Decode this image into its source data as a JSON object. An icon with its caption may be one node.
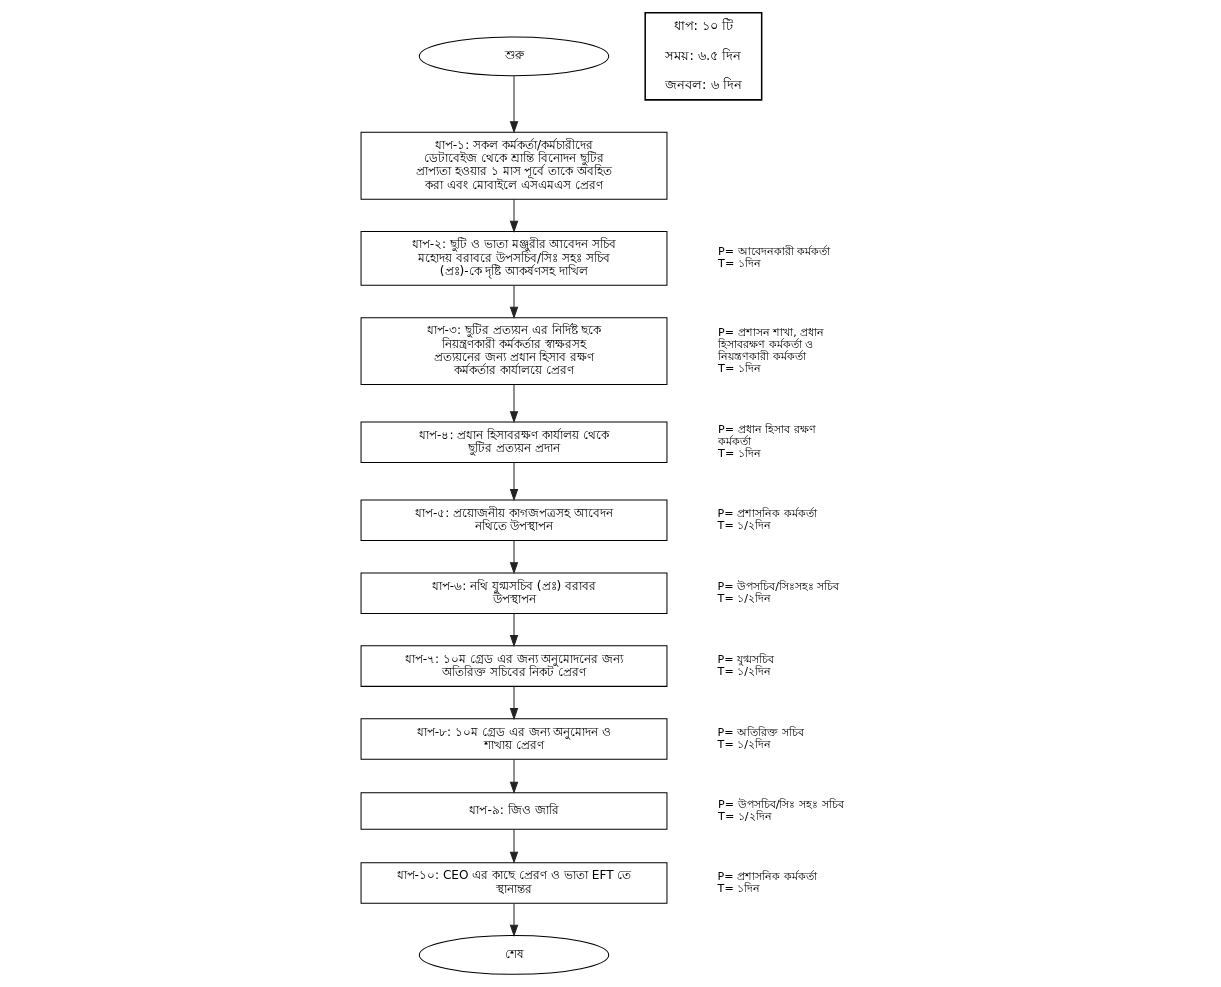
{
  "diagram": {
    "nodes": [
      {
        "text": [
          "শুরু"
        ]
      },
      {
        "text": [
          "ধাপ-১: সকল কর্মকর্তা/কর্মচারীদের ডেটাবেইজ থেকে শ্রান্তি বিনোদন ছুটির প্রাপ্যতা হওয়ার ১ মাস পূর্বে তাকে অবহিত করা এবং মোবাইলে এসএমএস প্রেরণ"
        ]
      },
      {
        "text": [
          "ধাপ-২: ছুটি ও ভাতা মঞ্জুরীর আবেদন সচিব মহোদয় বরাবরে উপসচিব/সিঃ সহঃ সচিব (প্রঃ)-কে দৃষ্টি আকর্ষণসহ দাখিল"
        ],
        "beside": [
          "P= আবেদনকারী কর্মকর্তা",
          "T= ১দিন"
        ]
      },
      {
        "text": [
          "ধাপ-৩: ছুটির প্রত্যয়ন এর নির্দিষ্ট ছকে নিয়ন্ত্রণকারী কর্মকর্তার স্বাক্ষরসহ প্রত্যয়নের জন্য প্রধান হিসাব রক্ষণ কর্মকর্তার কার্যালয়ে প্রেরণ"
        ],
        "beside": [
          "P= প্রশাসন শাখা, প্রধান হিসাবরক্ষণ কর্মকর্তা ও নিয়ন্ত্রণকারী কর্মকর্তা",
          "T= ১দিন"
        ]
      },
      {
        "text": [
          "ধাপ-৪: প্রধান হিসাবরক্ষণ কার্যালয় থেকে ছুটির প্রত্যয়ন প্রদান"
        ],
        "beside": [
          "P= প্রধান হিসাব রক্ষণ কর্মকর্তা",
          "T= ১দিন"
        ]
      },
      {
        "text": [
          "ধাপ-৫: প্রয়োজনীয় কাগজপত্রসহ আবেদন নথিতে উপস্থাপন"
        ],
        "beside": [
          "P= প্রশাসনিক কর্মকর্তা",
          "T= ১/২দিন"
        ]
      },
      {
        "text": [
          "ধাপ-৬: নথি যুগ্মসচিব (প্রঃ) বরাবর উপস্থাপন"
        ],
        "beside": [
          "P= উপসচিব/সিঃসহঃ সচিব",
          "T= ১/২দিন"
        ]
      },
      {
        "text": [
          "ধাপ-৭: ১০ম গ্রেড এর জন্য অনুমোদনের জন্য অতিরিক্ত সচিবের নিকট প্রেরণ"
        ],
        "beside": [
          "P= যুগ্মসচিব",
          "T= ১/২দিন"
        ]
      },
      {
        "text": [
          "ধাপ-৮: ১০ম গ্রেড এর জন্য অনুমোদন ও শাখায় প্রেরণ"
        ],
        "beside": [
          "P= অতিরিক্ত সচিব",
          "T= ১/২দিন"
        ]
      },
      {
        "text": [
          "ধাপ-৯: জিও জারি"
        ],
        "beside": [
          "P= উপসচিব/সিঃ সহঃ সচিব",
          "T= ১/২দিন"
        ]
      },
      {
        "text": [
          "ধাপ-১০: CEO এর কাছে প্রেরণ ও ভাতা EFT তে স্থানান্তর"
        ],
        "beside": [
          "P= প্রশাসনিক কর্মকর্তা",
          "T= ১দিন"
        ]
      },
      {
        "text": [
          "শেষ"
        ]
      },
      {
        "text": [
          "ধাপ: ১০ টি",
          "সময়: ৬.৫ দিন",
          "জনবল: ৬ দিন"
        ]
      }
    ],
    "edges": [
      {
        "from": 0,
        "to": 1,
        "arrow": "to"
      },
      {
        "from": 1,
        "to": 2,
        "arrow": "to"
      },
      {
        "from": 2,
        "to": 3,
        "arrow": "to"
      },
      {
        "from": 3,
        "to": 4,
        "arrow": "to"
      },
      {
        "from": 4,
        "to": 5,
        "arrow": "to"
      },
      {
        "from": 5,
        "to": 6,
        "arrow": "to"
      },
      {
        "from": 6,
        "to": 7,
        "arrow": "to"
      },
      {
        "from": 7,
        "to": 8,
        "arrow": "to"
      },
      {
        "from": 8,
        "to": 9,
        "arrow": "to"
      },
      {
        "from": 9,
        "to": 10,
        "arrow": "to"
      },
      {
        "from": 10,
        "to": 11,
        "arrow": "to"
      }
    ]
  }
}
